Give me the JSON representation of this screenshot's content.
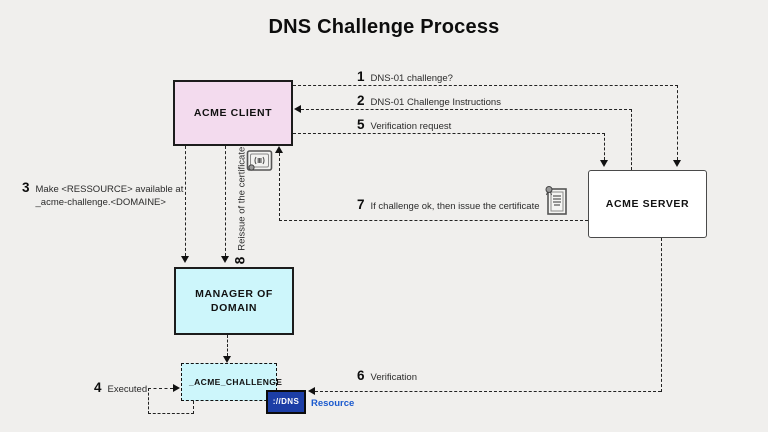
{
  "title": "DNS Challenge Process",
  "nodes": {
    "client": {
      "label": "ACME CLIENT"
    },
    "server": {
      "label": "ACME SERVER"
    },
    "manager": {
      "label": "MANAGER OF DOMAIN"
    },
    "challenge": {
      "label": "_ACME_CHALLENGE"
    },
    "dns": {
      "label": "://DNS"
    },
    "resource": {
      "label": "Resource"
    }
  },
  "steps": [
    {
      "num": "1",
      "text": "DNS-01 challenge?"
    },
    {
      "num": "2",
      "text": "DNS-01 Challenge Instructions"
    },
    {
      "num": "3",
      "text": "Make <RESSOURCE> available at",
      "text2": "_acme-challenge.<DOMAINE>"
    },
    {
      "num": "4",
      "text": "Executed"
    },
    {
      "num": "5",
      "text": "Verification request"
    },
    {
      "num": "6",
      "text": "Verification"
    },
    {
      "num": "7",
      "text": "If challenge ok, then issue the certificate"
    },
    {
      "num": "8",
      "text": "Reissue of the certificate"
    }
  ],
  "icons": {
    "step7": "certificate-document-icon",
    "step8": "certificate-seal-icon"
  },
  "colors": {
    "background": "#f0efed",
    "client_fill": "#f3dbee",
    "manager_fill": "#cdf6fb",
    "challenge_fill": "#cdf6fb",
    "dns_fill": "#1c3ea6",
    "resource_text": "#1b5ace",
    "line": "#222222"
  }
}
